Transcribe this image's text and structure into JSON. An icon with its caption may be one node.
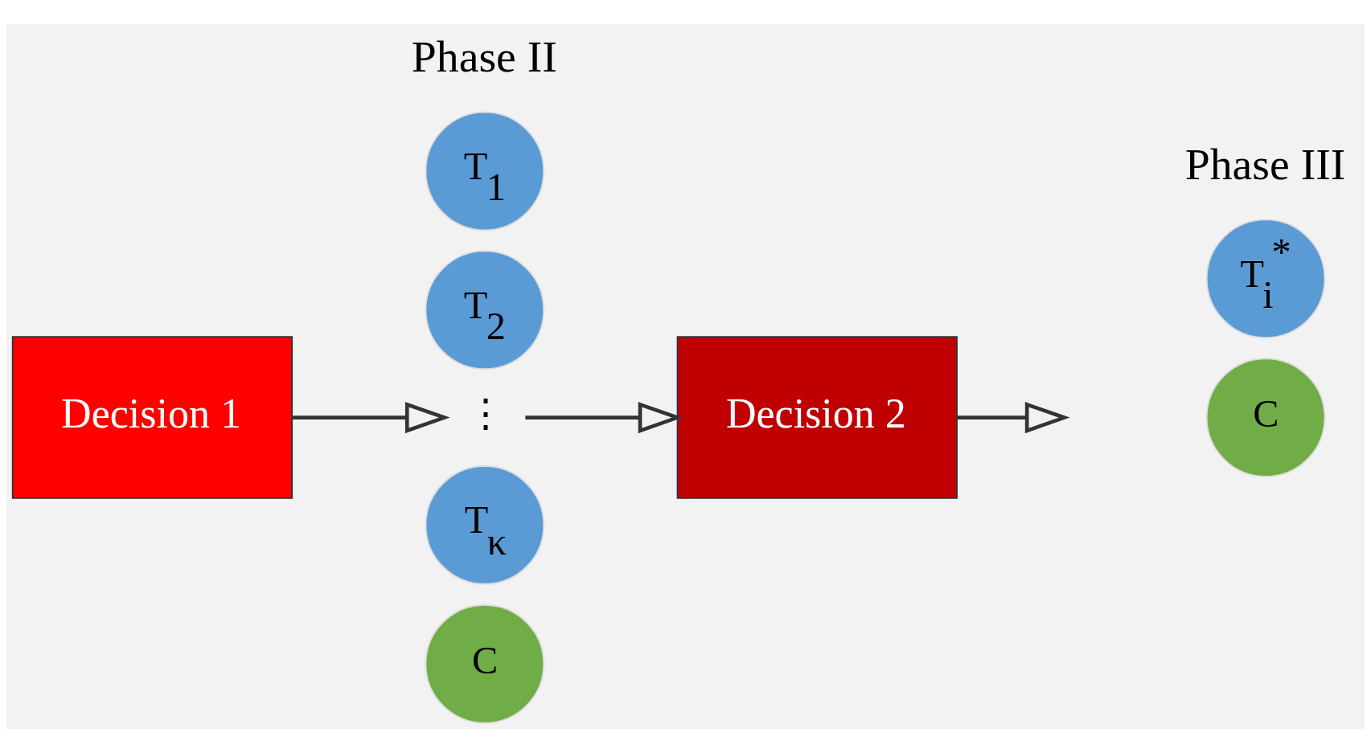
{
  "diagram": {
    "nodes": [
      {
        "text": [
          "Decision 1"
        ]
      },
      {
        "text": [
          "T$_{1}$"
        ]
      },
      {
        "text": [
          "T$_{2}$"
        ]
      },
      {
        "text": [
          "⋮"
        ]
      },
      {
        "text": [
          "T$_{κ}$"
        ]
      },
      {
        "text": [
          "C"
        ]
      },
      {
        "text": [
          "Decision 2"
        ]
      },
      {
        "text": [
          "T$_{i}$$^{*}$"
        ]
      },
      {
        "text": [
          "C"
        ]
      }
    ],
    "edges": [
      {
        "from": 0,
        "to": 3,
        "arrow": "to"
      },
      {
        "from": 3,
        "to": 6,
        "arrow": "to"
      },
      {
        "from": 6,
        "to": null,
        "arrow": "to"
      }
    ],
    "labels": [
      "Phase II",
      "Phase III"
    ]
  }
}
